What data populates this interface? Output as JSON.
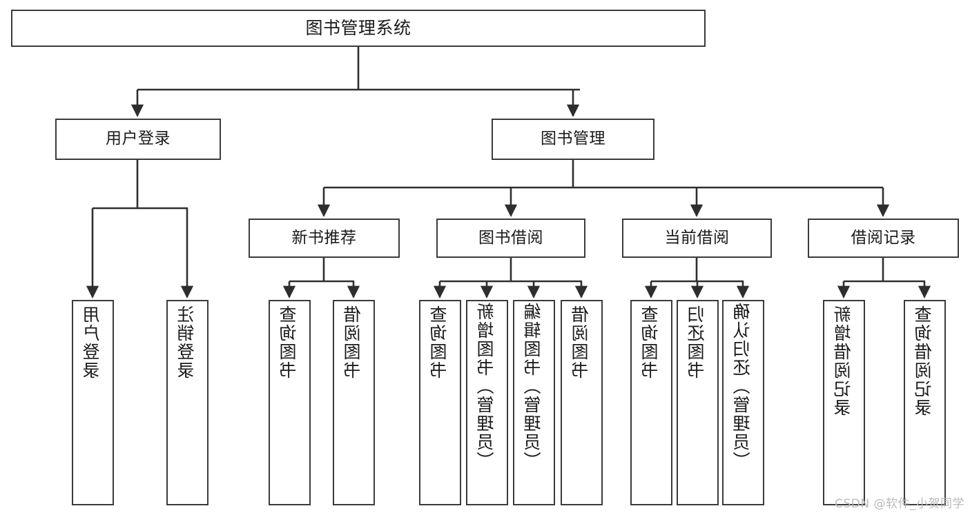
{
  "diagram": {
    "title": "图书管理系统",
    "type": "tree",
    "watermark": "CSDN @软件_小贺同学",
    "colors": {
      "node_border": "#3a3a3a",
      "node_fill": "#ffffff",
      "connector": "#2e2e2e",
      "text": "#1a1a1a",
      "watermark": "#b9b9b9"
    },
    "nodes": {
      "root": {
        "label": "图书管理系统"
      },
      "level2": [
        {
          "label": "用户登录"
        },
        {
          "label": "图书管理"
        }
      ],
      "level3": [
        {
          "label": "新书推荐"
        },
        {
          "label": "图书借阅"
        },
        {
          "label": "当前借阅"
        },
        {
          "label": "借阅记录"
        }
      ],
      "leaves": {
        "user_login": [
          {
            "label": "用户登录"
          },
          {
            "label": "注销登录"
          }
        ],
        "new_book_recommend": [
          {
            "label": "查询图书"
          },
          {
            "label": "借阅图书"
          }
        ],
        "book_borrow": [
          {
            "label": "查询图书"
          },
          {
            "label": "新增图书（管理员）"
          },
          {
            "label": "编辑图书（管理员）"
          },
          {
            "label": "借阅图书"
          }
        ],
        "current_borrow": [
          {
            "label": "查询图书"
          },
          {
            "label": "归还图书"
          },
          {
            "label": "确认归还（管理员）"
          }
        ],
        "borrow_record": [
          {
            "label": "新增借阅记录"
          },
          {
            "label": "查询借阅记录"
          }
        ]
      }
    }
  }
}
